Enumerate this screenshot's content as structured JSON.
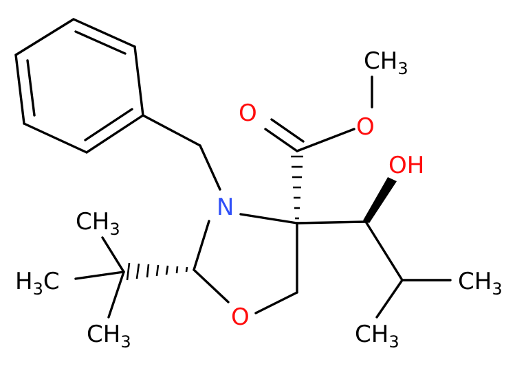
{
  "colors": {
    "bond": "#000000",
    "carbon_label": "#000000",
    "oxygen": "#ff0d0d",
    "nitrogen": "#3050f8"
  },
  "labels": {
    "methyl_ester": {
      "main": "CH",
      "sub": "3"
    },
    "carbonyl_oxygen": {
      "main": "O"
    },
    "ester_oxygen": {
      "main": "O"
    },
    "hydroxyl": {
      "main": "OH"
    },
    "nitrogen": {
      "main": "N"
    },
    "ring_oxygen": {
      "main": "O"
    },
    "tbu_methyl_top": {
      "main": "CH",
      "sub": "3"
    },
    "tbu_methyl_left": {
      "pre": "H",
      "sub": "3",
      "post": "C"
    },
    "tbu_methyl_bottom": {
      "main": "CH",
      "sub": "3"
    },
    "isopropyl_methyl_right": {
      "main": "CH",
      "sub": "3"
    },
    "isopropyl_methyl_bottom": {
      "main": "CH",
      "sub": "3"
    }
  }
}
